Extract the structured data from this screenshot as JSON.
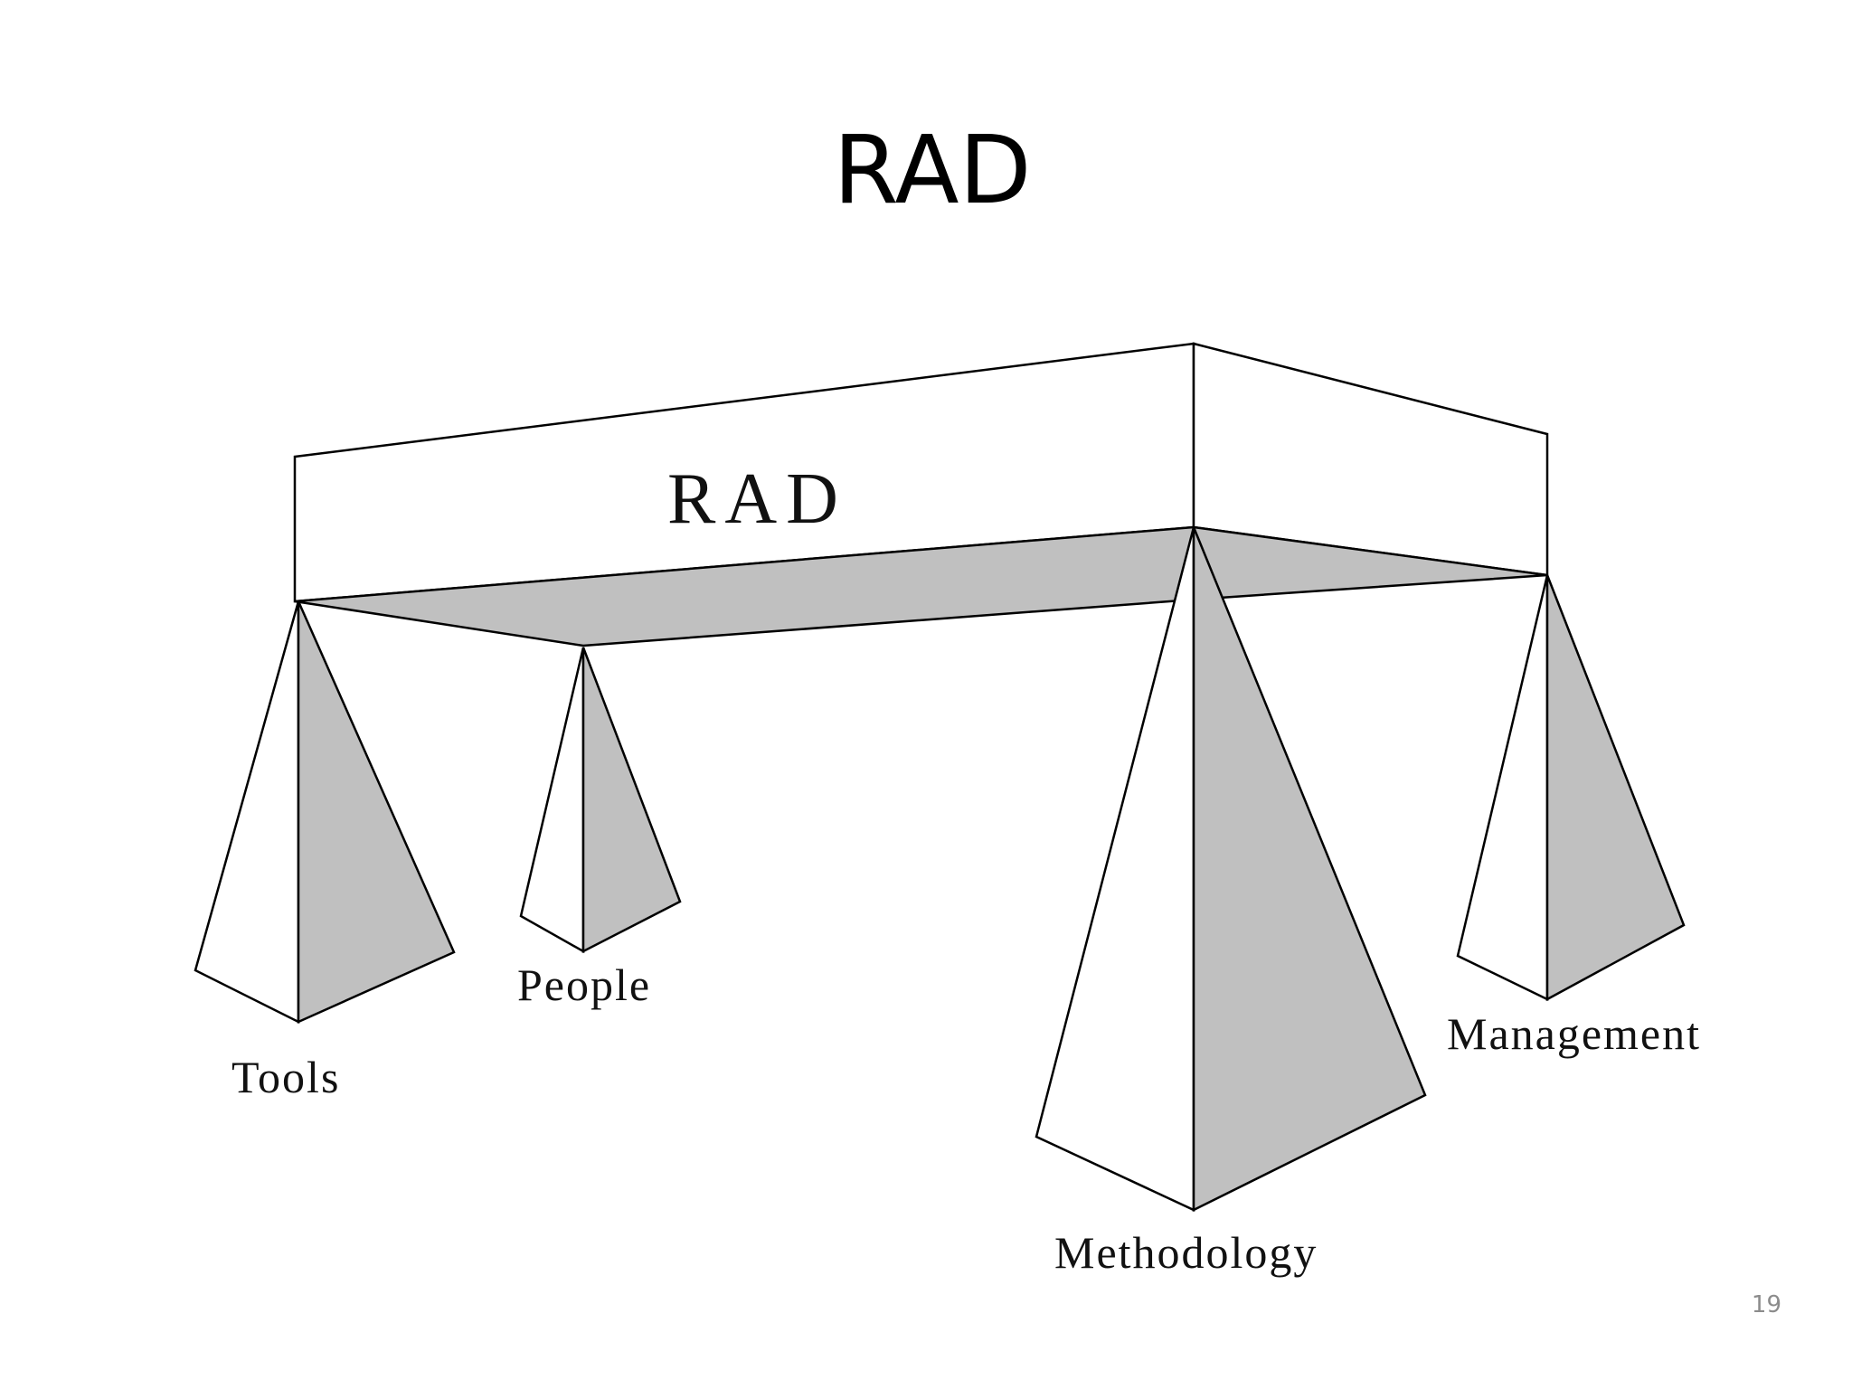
{
  "slide": {
    "title": "RAD",
    "page_number": "19"
  },
  "diagram": {
    "beam_label": "RAD",
    "pillars": [
      {
        "id": "tools",
        "label": "Tools"
      },
      {
        "id": "people",
        "label": "People"
      },
      {
        "id": "methodology",
        "label": "Methodology"
      },
      {
        "id": "management",
        "label": "Management"
      }
    ],
    "colors": {
      "shaded_face": "#c0c0c0",
      "light_face": "#ffffff",
      "outline": "#000000"
    }
  }
}
